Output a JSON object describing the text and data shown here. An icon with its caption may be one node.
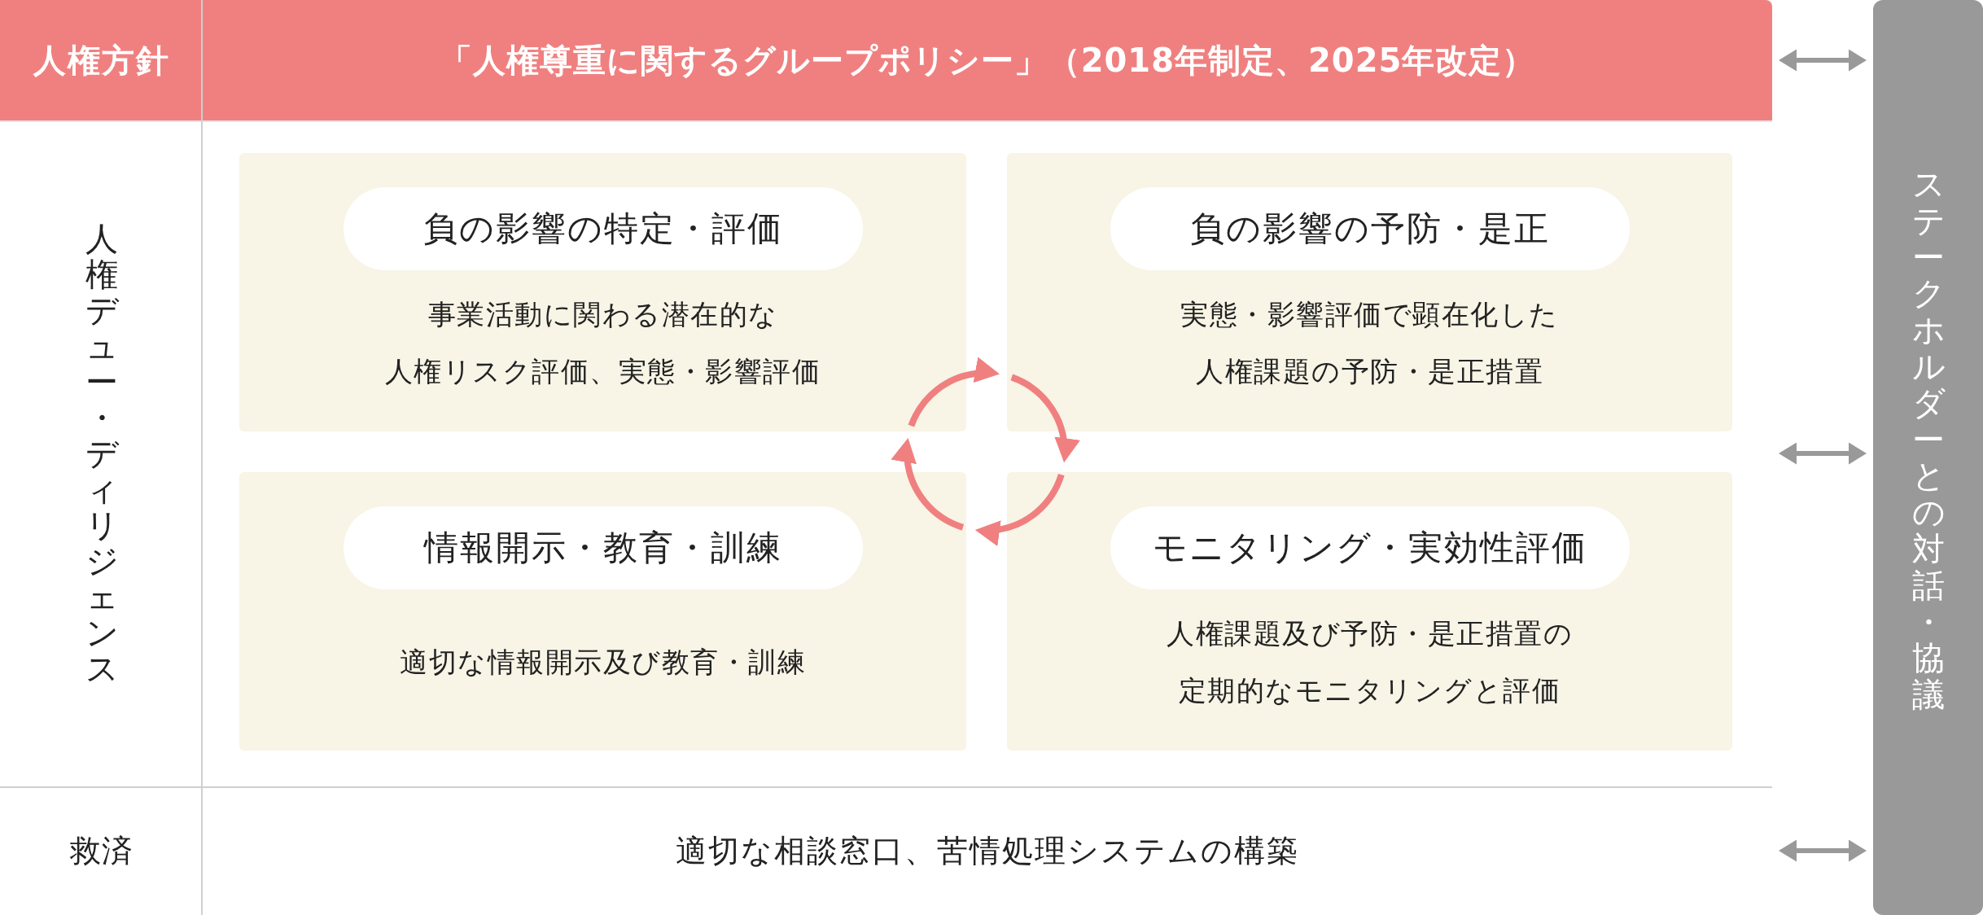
{
  "diagram": {
    "nodes": [
      {
        "text": [
          "人権方針",
          "「人権尊重に関するグループポリシー」（2018年制定、2025年改定）"
        ]
      },
      {
        "text": [
          "人権デュー・ディリジェンス"
        ]
      },
      {
        "text": [
          "事業活動に関わる潜在的な人権リスク評価、実態・影響評価"
        ],
        "in": 1
      },
      {
        "text": [
          "負の影響の特定・評価"
        ],
        "in": 2
      },
      {
        "text": [
          "実態・影響評価で顕在化した人権課題の予防・是正措置"
        ],
        "in": 1
      },
      {
        "text": [
          "負の影響の予防・是正"
        ],
        "in": 4
      },
      {
        "text": [
          "適切な情報開示及び教育・訓練"
        ],
        "in": 1
      },
      {
        "text": [
          "情報開示・教育・訓練"
        ],
        "in": 6
      },
      {
        "text": [
          "人権課題及び予防・是正措置の定期的なモニタリングと評価"
        ],
        "in": 1
      },
      {
        "text": [
          "モニタリング・実効性評価"
        ],
        "in": 8
      },
      {
        "text": [
          "救済",
          "適切な相談窓口、苦情処理システムの構築"
        ]
      },
      {
        "text": [
          "ステークホルダーとの対話・協議"
        ]
      }
    ],
    "edges": [
      {
        "from": 2,
        "to": 4,
        "arrow": "to"
      },
      {
        "from": 4,
        "to": 8,
        "arrow": "to"
      },
      {
        "from": 8,
        "to": 6,
        "arrow": "to"
      },
      {
        "from": 6,
        "to": 2,
        "arrow": "to"
      },
      {
        "from": 0,
        "to": 11,
        "arrow": "both",
        "color": "#999999"
      },
      {
        "from": 1,
        "to": 11,
        "arrow": "both",
        "color": "#999999"
      },
      {
        "from": 10,
        "to": 11,
        "arrow": "both",
        "color": "#999999"
      }
    ]
  }
}
